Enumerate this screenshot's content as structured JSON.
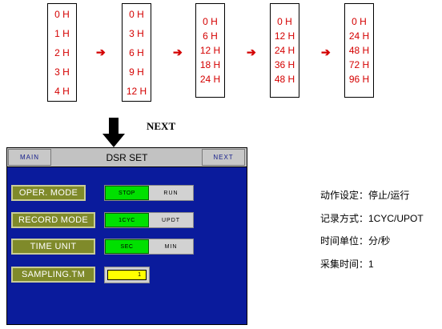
{
  "sequence": {
    "columns": [
      [
        "0 H",
        "1 H",
        "2 H",
        "3 H",
        "4 H"
      ],
      [
        "0 H",
        "3 H",
        "6 H",
        "9 H",
        "12 H"
      ],
      [
        "0 H",
        "6 H",
        "12 H",
        "18 H",
        "24 H"
      ],
      [
        "0 H",
        "12 H",
        "24 H",
        "36 H",
        "48 H"
      ],
      [
        "0 H",
        "24 H",
        "48 H",
        "72 H",
        "96 H"
      ]
    ],
    "arrow_glyph": "➔"
  },
  "next_caption": "NEXT",
  "panel": {
    "main_button": "MAIN",
    "title": "DSR SET",
    "next_button": "NEXT",
    "rows": [
      {
        "label": "OPER. MODE",
        "on": "STOP",
        "off": "RUN"
      },
      {
        "label": "RECORD MODE",
        "on": "1CYC",
        "off": "UPDT"
      },
      {
        "label": "TIME UNIT",
        "on": "SEC",
        "off": "MIN"
      }
    ],
    "sampling": {
      "label": "SAMPLING.TM",
      "value": "1"
    },
    "colors": {
      "background": "#0a1b9c",
      "label": "#7f8a2a",
      "active": "#00e000",
      "input": "#ffff00"
    }
  },
  "notes": [
    "动作设定：停止/运行",
    "记录方式：1CYC/UPOT",
    "时间单位：分/秒",
    "采集时间：1"
  ]
}
